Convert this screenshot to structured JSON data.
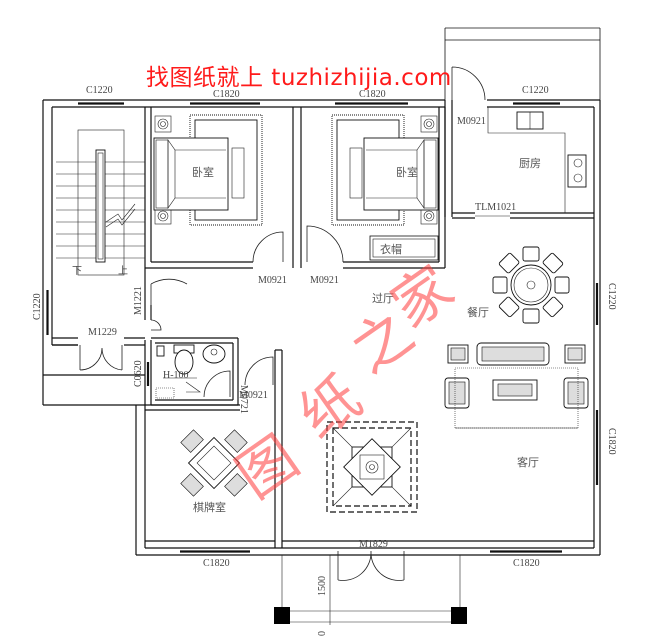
{
  "header": {
    "text": "找图纸就上 tuzhizhijia.com",
    "color": "#ff1a1a"
  },
  "watermark": {
    "text": "图纸之家",
    "chars": [
      "图",
      "纸",
      "之",
      "家"
    ],
    "color": "#ff3b3b"
  },
  "rooms": {
    "bedroom_left": "卧室",
    "bedroom_right": "卧室",
    "wardrobe": "衣帽",
    "kitchen": "厨房",
    "hall": "过厅",
    "dining": "餐厅",
    "living": "客厅",
    "mahjong": "棋牌室",
    "stairs_down": "下",
    "stairs_up": "上"
  },
  "labels": {
    "window_stair_top": "C1220",
    "window_bed_left": "C1820",
    "window_bed_right": "C1820",
    "window_kitchen": "C1220",
    "door_kitchen": "M0921",
    "door_kitchen_slide": "TLM1021",
    "door_bed_left": "M0921",
    "door_bed_right": "M0921",
    "door_stair_side": "M1221",
    "door_stair_back": "M1229",
    "window_stair_left": "C1220",
    "window_bath": "C0620",
    "bath_fixture": "H-100",
    "door_bath": "M0721",
    "door_mahjong": "M0921",
    "window_right_dining": "C1220",
    "window_right_living": "C1820",
    "window_front_left": "C1820",
    "window_front_right": "C1820",
    "door_front": "M1829",
    "dim_porch": "1500",
    "dim_zero": "0"
  }
}
